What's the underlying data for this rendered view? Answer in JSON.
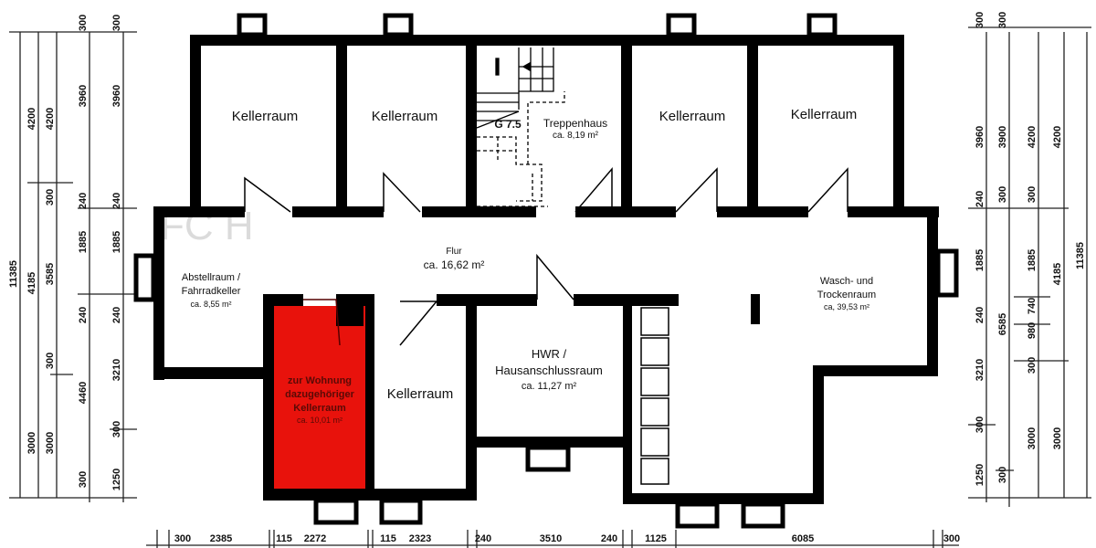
{
  "colors": {
    "wall": "#000000",
    "highlight_room": "#e8120c",
    "background": "#ffffff",
    "watermark": "#9a9a9a"
  },
  "rooms": {
    "keller1": {
      "name": "Kellerraum"
    },
    "keller2": {
      "name": "Kellerraum"
    },
    "treppenhaus": {
      "name": "Treppenhaus",
      "area": "ca. 8,19 m²",
      "stair_label": "G 7.5"
    },
    "keller3": {
      "name": "Kellerraum"
    },
    "keller4": {
      "name": "Kellerraum"
    },
    "flur": {
      "name": "Flur",
      "area": "ca. 16,62 m²"
    },
    "abstellraum": {
      "name_line1": "Abstellraum /",
      "name_line2": "Fahrradkeller",
      "area": "ca. 8,55 m²"
    },
    "wasch": {
      "name_line1": "Wasch- und",
      "name_line2": "Trockenraum",
      "area": "ca, 39,53 m²"
    },
    "red_keller": {
      "line1": "zur Wohnung",
      "line2": "dazugehöriger",
      "line3": "Kellerraum",
      "area": "ca. 10,01 m²"
    },
    "keller5": {
      "name": "Kellerraum"
    },
    "hwr": {
      "name_line1": "HWR /",
      "name_line2": "Hausanschlussraum",
      "area": "ca. 11,27 m²"
    }
  },
  "dimensions": {
    "left_col1": [
      "11385"
    ],
    "left_col2": [
      "4200",
      "4185",
      "3000"
    ],
    "left_col3": [
      "4200",
      "300",
      "3585",
      "300",
      "3000"
    ],
    "left_col4": [
      "300",
      "3960",
      "240",
      "1885",
      "240",
      "4460",
      "300"
    ],
    "left_col5": [
      "300",
      "3960",
      "240",
      "1885",
      "240",
      "3210",
      "300",
      "1250"
    ],
    "right_col1": [
      "300",
      "3960",
      "240",
      "1885",
      "240",
      "3210",
      "300",
      "1250"
    ],
    "right_col2": [
      "300",
      "3900",
      "300",
      "6585",
      "300"
    ],
    "right_col3": [
      "4200",
      "300",
      "1885",
      "740",
      "980",
      "300",
      "3000"
    ],
    "right_col4": [
      "4200",
      "4185",
      "3000"
    ],
    "right_col5": [
      "11385"
    ],
    "bottom": [
      "300",
      "2385",
      "115",
      "2272",
      "115",
      "2323",
      "240",
      "3510",
      "240",
      "1125",
      "6085",
      "300"
    ]
  }
}
